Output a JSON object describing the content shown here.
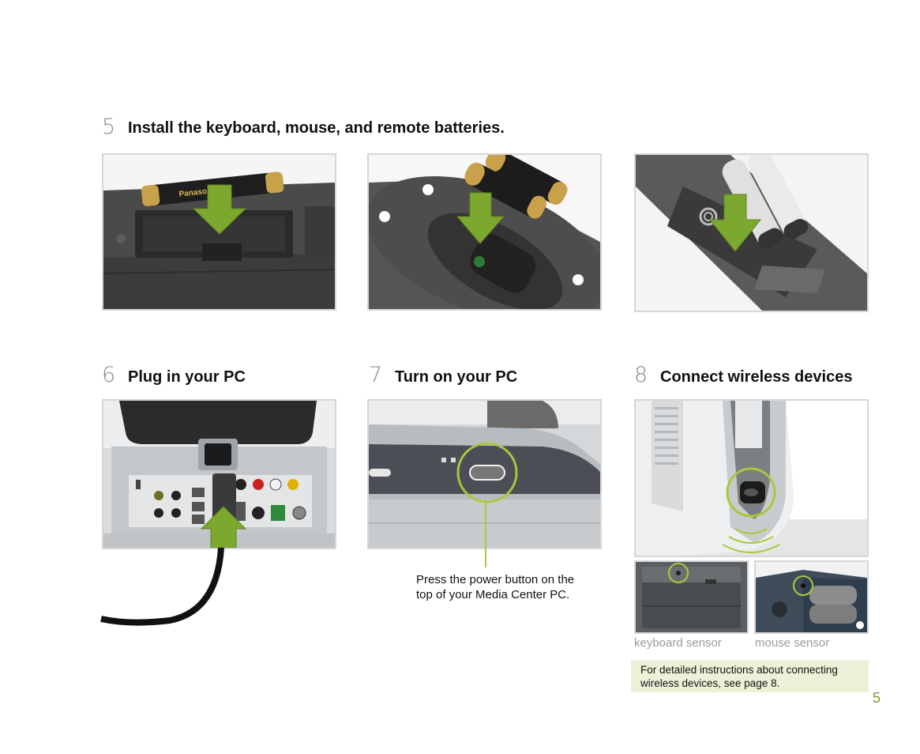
{
  "steps": [
    {
      "number": "5",
      "title": "Install the keyboard, mouse, and remote batteries."
    },
    {
      "number": "6",
      "title": "Plug in your PC"
    },
    {
      "number": "7",
      "title": "Turn on your PC"
    },
    {
      "number": "8",
      "title": "Connect wireless devices"
    }
  ],
  "step7": {
    "caption_line1": "Press the power button on the",
    "caption_line2": "top of your Media Center PC."
  },
  "step8": {
    "keyboard_sensor_label": "keyboard sensor",
    "mouse_sensor_label": "mouse sensor",
    "note_line1": "For detailed instructions about connecting",
    "note_line2": "wireless devices, see page 8."
  },
  "battery_brand": "Panasonic",
  "page_number": "5",
  "colors": {
    "arrow_green": "#7da82e",
    "highlight_green": "#a9c83c",
    "note_background": "#eef1d8",
    "page_number": "#7b9a2c"
  }
}
